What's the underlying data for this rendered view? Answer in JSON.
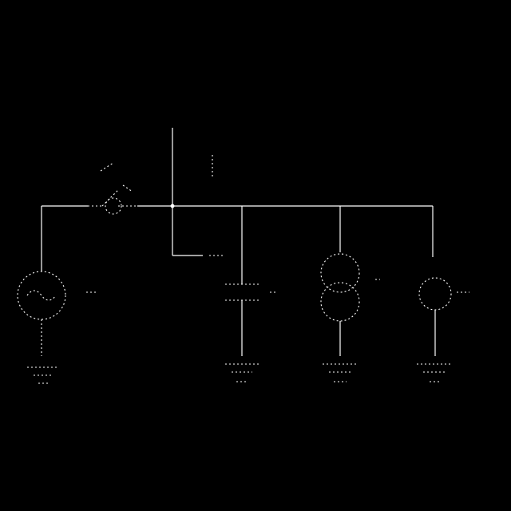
{
  "diagram": {
    "kind": "single-line-schematic",
    "colors": {
      "background": "#000000",
      "line": "#ffffff"
    },
    "components": [
      {
        "id": "busbar",
        "symbol": "horizontal-busbar"
      },
      {
        "id": "feeder",
        "symbol": "vertical-feeder"
      },
      {
        "id": "breaker",
        "symbol": "circuit-breaker"
      },
      {
        "id": "generator",
        "symbol": "ac-source"
      },
      {
        "id": "capacitor",
        "symbol": "capacitor"
      },
      {
        "id": "transformer",
        "symbol": "two-winding-transformer"
      },
      {
        "id": "motor",
        "symbol": "ac-motor"
      }
    ],
    "grounds": [
      "generator",
      "capacitor",
      "transformer",
      "motor"
    ]
  }
}
